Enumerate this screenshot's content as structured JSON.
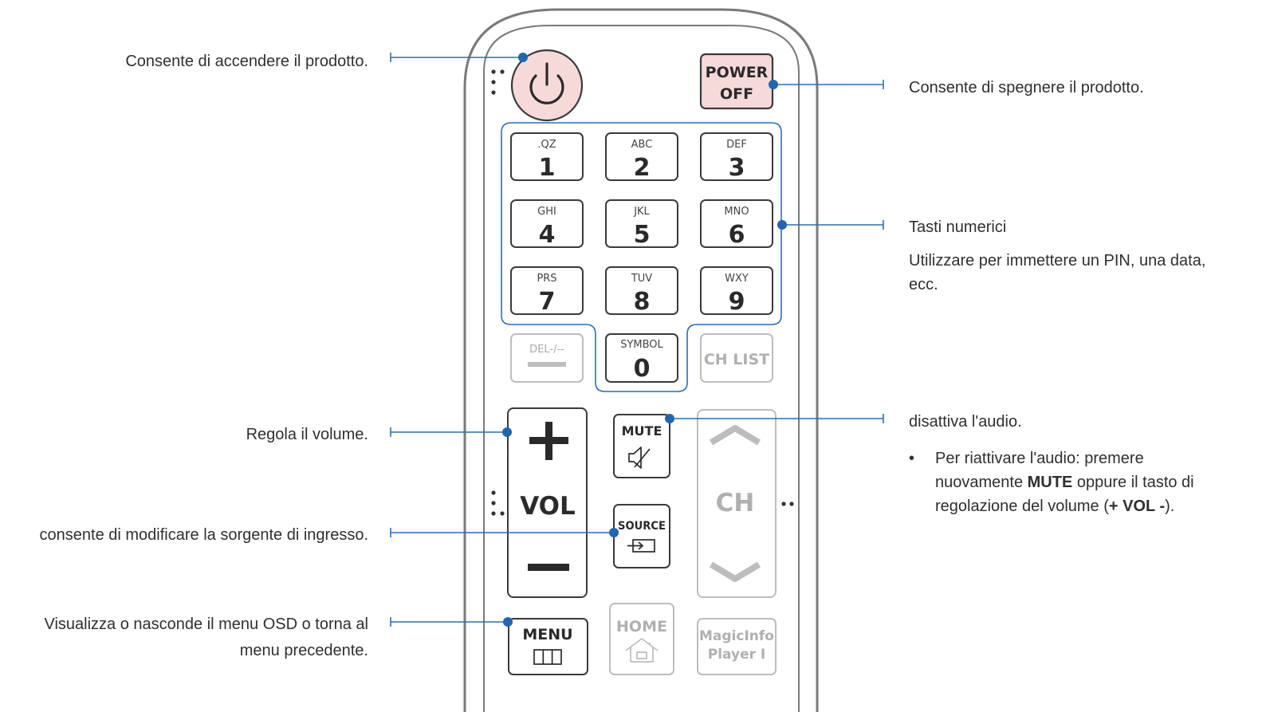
{
  "remote": {
    "power_off_label": [
      "POWER",
      "OFF"
    ],
    "keys": [
      {
        "letters": ".QZ",
        "digit": "1"
      },
      {
        "letters": "ABC",
        "digit": "2"
      },
      {
        "letters": "DEF",
        "digit": "3"
      },
      {
        "letters": "GHI",
        "digit": "4"
      },
      {
        "letters": "JKL",
        "digit": "5"
      },
      {
        "letters": "MNO",
        "digit": "6"
      },
      {
        "letters": "PRS",
        "digit": "7"
      },
      {
        "letters": "TUV",
        "digit": "8"
      },
      {
        "letters": "WXY",
        "digit": "9"
      }
    ],
    "del_label": "DEL-/--",
    "symbol_label": "SYMBOL",
    "zero_digit": "0",
    "chlist_label": "CH LIST",
    "vol_label": "VOL",
    "mute_label": "MUTE",
    "source_label": "SOURCE",
    "ch_label": "CH",
    "menu_label": "MENU",
    "home_label": "HOME",
    "magicinfo_label": [
      "MagicInfo",
      "Player I"
    ]
  },
  "callouts": {
    "power_on": "Consente di accendere il prodotto.",
    "power_off": "Consente di spegnere il prodotto.",
    "numeric_title": "Tasti numerici",
    "numeric_desc_1": "Utilizzare per immettere un PIN, una data,",
    "numeric_desc_2": "ecc.",
    "volume": "Regola il volume.",
    "mute": "disattiva l'audio.",
    "mute_bullet": "•",
    "mute_note_1": "Per riattivare l'audio: premere",
    "mute_note_2a": "nuovamente ",
    "mute_note_2b": "MUTE",
    "mute_note_2c": " oppure il tasto di",
    "mute_note_3a": "regolazione del volume (",
    "mute_note_3b": "+ VOL -",
    "mute_note_3c": ").",
    "source": "consente di modificare la sorgente di ingresso.",
    "menu_1": "Visualizza o nasconde il menu OSD o torna al",
    "menu_2": "menu precedente."
  },
  "colors": {
    "callout_line": "#2a6fb5",
    "callout_dot": "#2166b0",
    "power_fill": "#f6dada",
    "key_border": "#3a3a3a",
    "inactive_border": "#bdbdbd",
    "inactive_text": "#b0b0b0"
  }
}
